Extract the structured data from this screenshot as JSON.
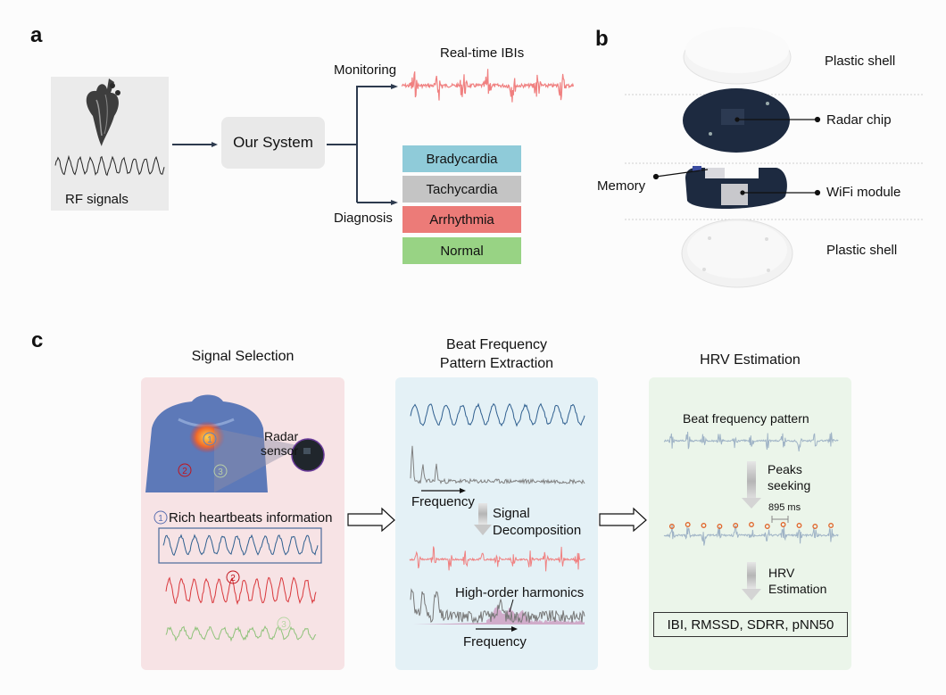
{
  "panel_a": {
    "label": "a",
    "input_caption": "RF signals",
    "system_label": "Our System",
    "branch_top": "Monitoring",
    "branch_bottom": "Diagnosis",
    "realtime_title": "Real-time IBIs",
    "diagnoses": [
      {
        "label": "Bradycardia",
        "color": "#8fcbd9"
      },
      {
        "label": "Tachycardia",
        "color": "#c4c4c4"
      },
      {
        "label": "Arrhythmia",
        "color": "#ec7b78"
      },
      {
        "label": "Normal",
        "color": "#98d384"
      }
    ]
  },
  "panel_b": {
    "label": "b",
    "parts": [
      "Plastic shell",
      "Radar chip",
      "WiFi module",
      "Plastic shell"
    ],
    "memory_label": "Memory"
  },
  "panel_c": {
    "label": "c",
    "stages": [
      {
        "title": "Signal Selection"
      },
      {
        "title_line1": "Beat Frequency",
        "title_line2": "Pattern Extraction"
      },
      {
        "title": "HRV Estimation"
      }
    ],
    "selection": {
      "radar_line1": "Radar",
      "radar_line2": "sensor",
      "rich_marker": "1",
      "rich_text": "Rich heartbeats information",
      "markers": [
        "1",
        "2",
        "3"
      ]
    },
    "extraction": {
      "freq_label1": "Frequency",
      "decomp_line1": "Signal",
      "decomp_line2": "Decomposition",
      "harmonics_label": "High-order harmonics",
      "freq_label2": "Frequency"
    },
    "hrv": {
      "pattern_label": "Beat frequency pattern",
      "peaks_line1": "Peaks",
      "peaks_line2": "seeking",
      "interval_label": "895 ms",
      "hrv_line1": "HRV",
      "hrv_line2": "Estimation",
      "metrics": "IBI, RMSSD, SDRR, pNN50"
    }
  },
  "colors": {
    "ibi_red": "#f08080",
    "blue_signal": "#2f5f8f",
    "red_signal": "#d9373b",
    "green_signal": "#8fc27a",
    "gray_spectrum": "#808080",
    "harmonic_pink": "#c88fb8",
    "pattern_blue": "#9fb3c6",
    "peak_orange": "#e0652a"
  }
}
